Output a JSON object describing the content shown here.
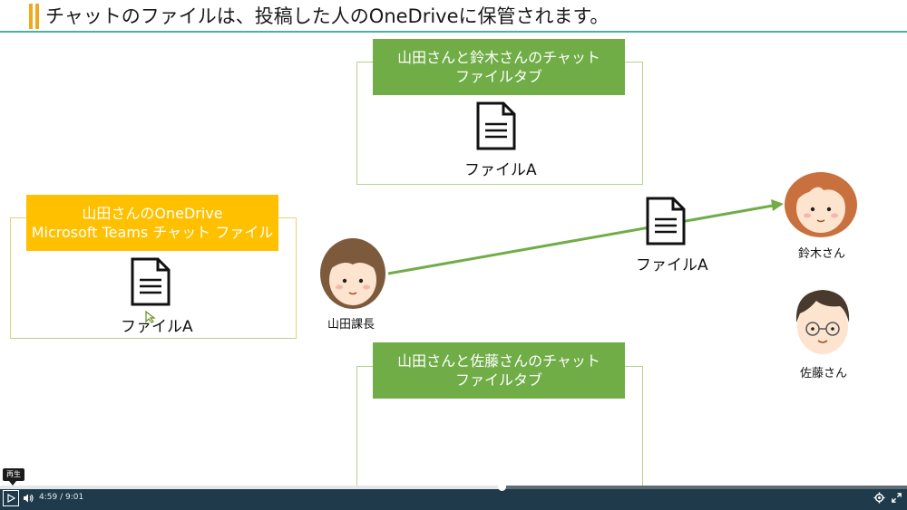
{
  "slide": {
    "title": "チャットのファイルは、投稿した人のOneDriveに保管されます。",
    "box_top": {
      "line1": "山田さんと鈴木さんのチャット",
      "line2": "ファイルタブ",
      "file_label": "ファイルA"
    },
    "box_left": {
      "line1": "山田さんのOneDrive",
      "line2": "Microsoft Teams チャット ファイル",
      "file_label": "ファイルA"
    },
    "box_bottom": {
      "line1": "山田さんと佐藤さんのチャット",
      "line2": "ファイルタブ"
    },
    "arrow_file_label": "ファイルA",
    "people": {
      "yamada": "山田課長",
      "suzuki": "鈴木さん",
      "sato": "佐藤さん"
    },
    "colors": {
      "green": "#70ad47",
      "yellow": "#ffc000",
      "accent_rule": "#47b3a4"
    }
  },
  "player": {
    "tooltip": "再生",
    "current_time": "4:59",
    "separator": "/",
    "duration": "9:01",
    "progress_fraction": 0.553,
    "icons": [
      "play-icon",
      "volume-icon",
      "settings-icon",
      "fullscreen-icon"
    ]
  }
}
